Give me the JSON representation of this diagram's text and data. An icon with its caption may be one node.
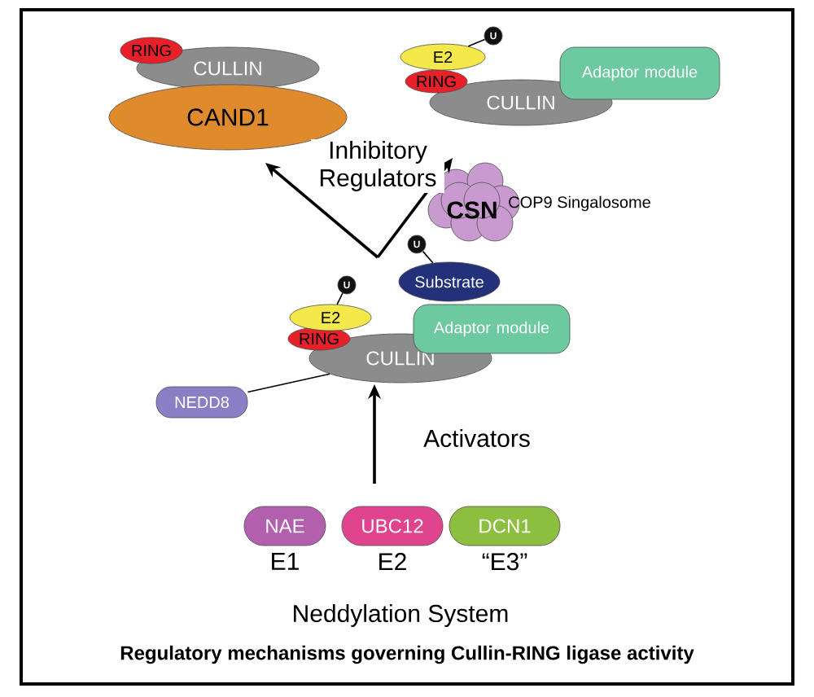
{
  "diagram": {
    "nodes": [
      {
        "text": [
          "RING"
        ]
      },
      {
        "text": [
          "CULLIN"
        ]
      },
      {
        "text": [
          "CAND1"
        ]
      },
      {
        "text": [
          "E2"
        ]
      },
      {
        "text": [
          "U"
        ]
      },
      {
        "text": [
          "RING"
        ]
      },
      {
        "text": [
          "CULLIN"
        ]
      },
      {
        "text": [
          "Adaptor module"
        ]
      },
      {
        "text": [
          "CSN"
        ],
        "beside": [
          "COP9 Singalosome"
        ]
      },
      {
        "text": [
          "U"
        ]
      },
      {
        "text": [
          "Substrate"
        ]
      },
      {
        "text": [
          "U"
        ]
      },
      {
        "text": [
          "E2"
        ]
      },
      {
        "text": [
          "RING"
        ]
      },
      {
        "text": [
          "CULLIN"
        ]
      },
      {
        "text": [
          "Adaptor module"
        ]
      },
      {
        "text": [
          "NEDD8"
        ]
      },
      {
        "text": [
          "NAE"
        ],
        "beside": [
          "E1"
        ]
      },
      {
        "text": [
          "UBC12"
        ],
        "beside": [
          "E2"
        ]
      },
      {
        "text": [
          "DCN1"
        ],
        "beside": [
          "“E3”"
        ]
      }
    ],
    "edges": [
      {
        "from": 4,
        "to": 3,
        "arrow": "none"
      },
      {
        "from": 9,
        "to": 10,
        "arrow": "none"
      },
      {
        "from": 11,
        "to": 12,
        "arrow": "none"
      },
      {
        "from": 16,
        "to": 14,
        "arrow": "none"
      },
      {
        "from": null,
        "to": 2,
        "arrow": "to",
        "label": "Inhibitory Regulators"
      },
      {
        "from": null,
        "to": 8,
        "arrow": "to"
      },
      {
        "from": null,
        "to": 14,
        "arrow": "to",
        "label": "Activators"
      }
    ],
    "labels": [
      "Neddylation System",
      "Regulatory mechanisms governing Cullin-RING ligase activity"
    ]
  }
}
